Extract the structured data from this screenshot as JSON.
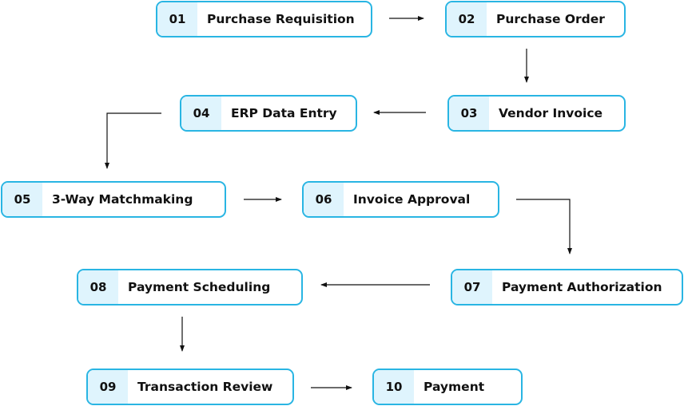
{
  "steps": [
    {
      "num": "01",
      "label": "Purchase Requisition"
    },
    {
      "num": "02",
      "label": "Purchase Order"
    },
    {
      "num": "03",
      "label": "Vendor Invoice"
    },
    {
      "num": "04",
      "label": "ERP Data Entry"
    },
    {
      "num": "05",
      "label": "3-Way Matchmaking"
    },
    {
      "num": "06",
      "label": "Invoice Approval"
    },
    {
      "num": "07",
      "label": "Payment Authorization"
    },
    {
      "num": "08",
      "label": "Payment Scheduling"
    },
    {
      "num": "09",
      "label": "Transaction Review"
    },
    {
      "num": "10",
      "label": "Payment"
    }
  ],
  "colors": {
    "border": "#29b5e3",
    "number_background": "#dff4fd",
    "text": "#111111",
    "arrow": "#111111"
  }
}
